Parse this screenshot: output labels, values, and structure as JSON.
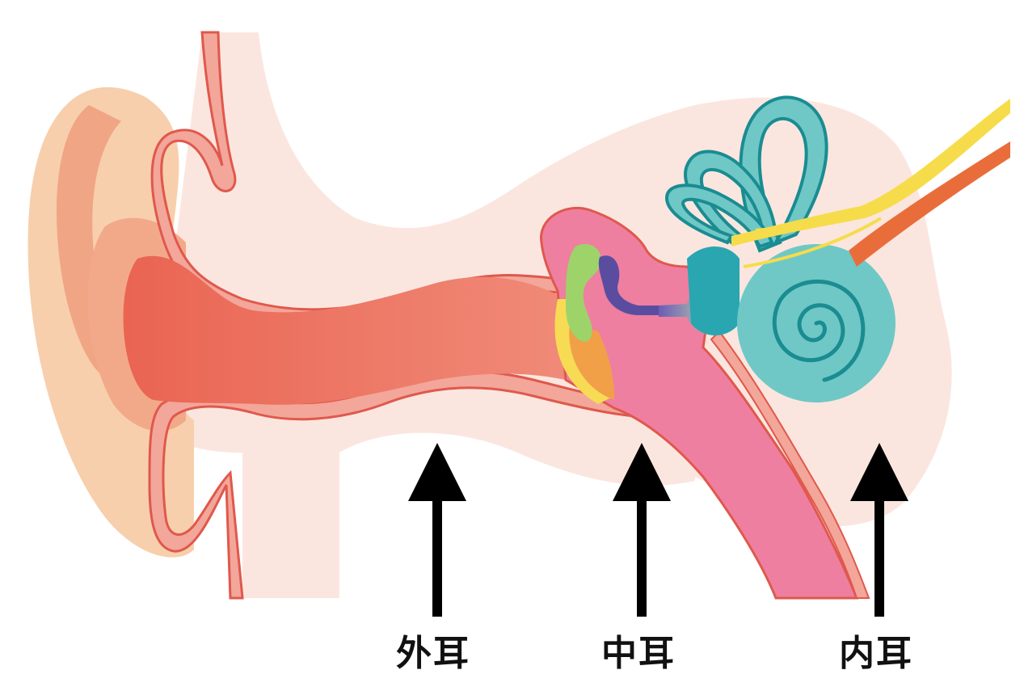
{
  "labels": {
    "outer_ear": "外耳",
    "middle_ear": "中耳",
    "inner_ear": "内耳"
  },
  "colors": {
    "skin_light": "#fbe6df",
    "auricle": "#f7cfac",
    "auricle_inner": "#f0a585",
    "canal_wall": "#f3a69a",
    "canal_outline": "#e0584c",
    "canal": "#ea6a55",
    "middle_ear": "#ee7fa0",
    "ossicle_green": "#9ed36a",
    "ossicle_purple": "#5a4da0",
    "eardrum_yellow": "#f8db55",
    "eardrum_orange": "#f1a048",
    "cochlea": "#6fc8c6",
    "cochlea_line": "#1a8c92",
    "nerve_yellow": "#f6dc4a",
    "nerve_orange": "#e96d3a",
    "arrow": "#000000"
  }
}
